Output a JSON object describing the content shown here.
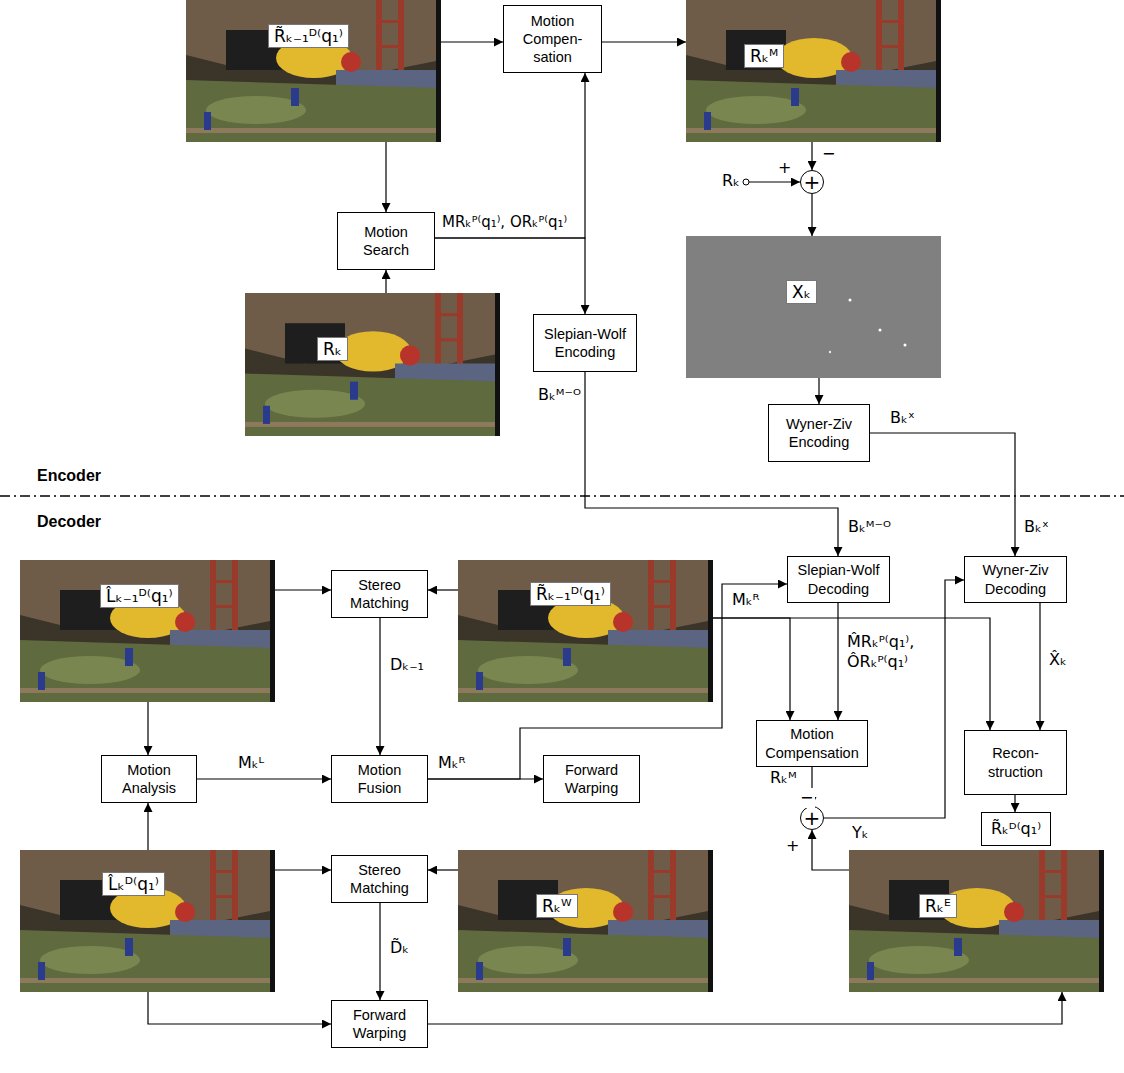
{
  "diagram": {
    "nodes": [
      {
        "text": [
          "R̃ₖ₋₁ᴰ⁽q₁⁾"
        ]
      },
      {
        "text": [
          "Motion Compen- sation"
        ]
      },
      {
        "text": [
          "Rₖᴹ"
        ]
      },
      {
        "text": [
          "+"
        ]
      },
      {
        "text": [
          "Motion Search"
        ]
      },
      {
        "text": [
          "Rₖ"
        ]
      },
      {
        "text": [
          "Xₖ"
        ]
      },
      {
        "text": [
          "Slepian-Wolf Encoding"
        ]
      },
      {
        "text": [
          "Wyner-Ziv Encoding"
        ]
      },
      {
        "text": [
          "L̂ₖ₋₁ᴰ⁽q₁⁾"
        ]
      },
      {
        "text": [
          "Stereo Matching"
        ]
      },
      {
        "text": [
          "R̃ₖ₋₁ᴰ⁽q₁⁾"
        ]
      },
      {
        "text": [
          "Slepian-Wolf Decoding"
        ]
      },
      {
        "text": [
          "Wyner-Ziv Decoding"
        ]
      },
      {
        "text": [
          "Motion Analysis"
        ]
      },
      {
        "text": [
          "Motion Fusion"
        ]
      },
      {
        "text": [
          "Forward Warping"
        ]
      },
      {
        "text": [
          "Motion Compensation"
        ]
      },
      {
        "text": [
          "Recon- struction"
        ]
      },
      {
        "text": [
          "+"
        ]
      },
      {
        "text": [
          "R̃ₖᴰ⁽q₁⁾"
        ]
      },
      {
        "text": [
          "L̂ₖᴰ⁽q₁⁾"
        ]
      },
      {
        "text": [
          "Stereo Matching"
        ]
      },
      {
        "text": [
          "Rₖᵂ"
        ]
      },
      {
        "text": [
          "Rₖᴱ"
        ]
      },
      {
        "text": [
          "Forward Warping"
        ]
      }
    ],
    "edges": [
      {
        "from": 0,
        "to": 1,
        "arrow": "to"
      },
      {
        "from": 1,
        "to": 2,
        "arrow": "to"
      },
      {
        "from": 0,
        "to": 4,
        "arrow": "to"
      },
      {
        "from": 5,
        "to": 4,
        "arrow": "to"
      },
      {
        "from": 4,
        "to": 1,
        "arrow": "to",
        "label": "MRₖᴾ⁽q₁⁾, ORₖᴾ⁽q₁⁾"
      },
      {
        "from": 4,
        "to": 7,
        "arrow": "to"
      },
      {
        "from": 2,
        "to": 3,
        "arrow": "to"
      },
      {
        "from": 3,
        "to": 6,
        "arrow": "to"
      },
      {
        "from": 6,
        "to": 8,
        "arrow": "to"
      },
      {
        "from": 7,
        "to": 12,
        "arrow": "to",
        "label": "Bₖᴹ⁻ᴼ"
      },
      {
        "from": 8,
        "to": 13,
        "arrow": "to",
        "label": "Bₖˣ"
      },
      {
        "from": 9,
        "to": 10,
        "arrow": "to"
      },
      {
        "from": 11,
        "to": 10,
        "arrow": "to"
      },
      {
        "from": 10,
        "to": 15,
        "arrow": "to",
        "label": "Dₖ₋₁"
      },
      {
        "from": 9,
        "to": 14,
        "arrow": "to"
      },
      {
        "from": 21,
        "to": 14,
        "arrow": "to"
      },
      {
        "from": 14,
        "to": 15,
        "arrow": "to",
        "label": "Mₖᴸ"
      },
      {
        "from": 15,
        "to": 16,
        "arrow": "to",
        "label": "Mₖᴿ"
      },
      {
        "from": 15,
        "to": 12,
        "arrow": "to",
        "label": "Mₖᴿ"
      },
      {
        "from": 11,
        "to": 17,
        "arrow": "to"
      },
      {
        "from": 11,
        "to": 18,
        "arrow": "to"
      },
      {
        "from": 12,
        "to": 17,
        "arrow": "to",
        "label": "M̂Rₖᴾ⁽q₁⁾, ÔRₖᴾ⁽q₁⁾"
      },
      {
        "from": 17,
        "to": 19,
        "arrow": "to",
        "label": "Rₖᴹ"
      },
      {
        "from": 24,
        "to": 19,
        "arrow": "to"
      },
      {
        "from": 19,
        "to": 13,
        "arrow": "to",
        "label": "Yₖ"
      },
      {
        "from": 13,
        "to": 18,
        "arrow": "to",
        "label": "X̂ₖ"
      },
      {
        "from": 18,
        "to": 20,
        "arrow": "to"
      },
      {
        "from": 21,
        "to": 22,
        "arrow": "to"
      },
      {
        "from": 23,
        "to": 22,
        "arrow": "to"
      },
      {
        "from": 22,
        "to": 25,
        "arrow": "to",
        "label": "D̃ₖ"
      },
      {
        "from": 21,
        "to": 25,
        "arrow": "to"
      },
      {
        "from": 25,
        "to": 24,
        "arrow": "to"
      }
    ],
    "labels": [
      "Rₖ",
      "+",
      "−",
      "Encoder",
      "Decoder",
      "Bₖᴹ⁻ᴼ",
      "Bₖˣ",
      "−",
      "+"
    ]
  }
}
